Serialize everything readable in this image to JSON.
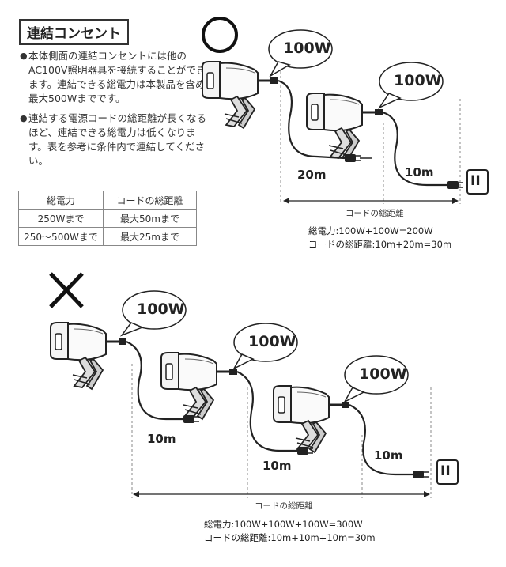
{
  "section_title": "連結コンセント",
  "notes": [
    "本体側面の連結コンセントには他のAC100V照明器具を接続することができます。連結できる総電力は本製品を含め最大500Wまでです。",
    "連結する電源コードの総距離が長くなるほど、連結できる総電力は低くなります。表を参考に条件内で連結してください。"
  ],
  "bullet": "●",
  "table": {
    "headers": [
      "総電力",
      "コードの総距離"
    ],
    "rows": [
      [
        "250Wまで",
        "最大50mまで"
      ],
      [
        "250～500Wまで",
        "最大25mまで"
      ]
    ]
  },
  "good_example": {
    "mark": "○",
    "lamp_labels": [
      "100W",
      "100W"
    ],
    "cord_labels": [
      "20m",
      "10m"
    ],
    "outlet_symbol": "II",
    "distance_caption": "コードの総距離",
    "total_power": "総電力:100W+100W=200W",
    "total_distance": "コードの総距離:10m+20m=30m"
  },
  "bad_example": {
    "mark": "×",
    "lamp_labels": [
      "100W",
      "100W",
      "100W"
    ],
    "cord_labels": [
      "10m",
      "10m",
      "10m"
    ],
    "outlet_symbol": "II",
    "distance_caption": "コードの総距離",
    "total_power": "総電力:100W+100W+100W=300W",
    "total_distance": "コードの総距離:10m+10m+10m=30m"
  }
}
